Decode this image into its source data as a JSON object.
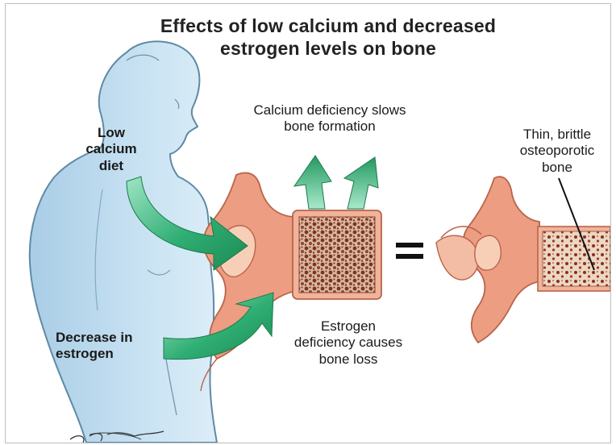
{
  "title_lines": [
    "Effects of low calcium and decreased",
    "estrogen levels on bone"
  ],
  "labels": {
    "low_calcium_diet": [
      "Low",
      "calcium",
      "diet"
    ],
    "decrease_in_estrogen": [
      "Decrease in",
      "estrogen"
    ],
    "calcium_deficiency": [
      "Calcium deficiency slows",
      "bone formation"
    ],
    "estrogen_deficiency": [
      "Estrogen",
      "deficiency causes",
      "bone loss"
    ],
    "thin_brittle": [
      "Thin, brittle",
      "osteoporotic",
      "bone"
    ],
    "equals_sign": "="
  },
  "colors": {
    "body_fill": "#bcd9ec",
    "body_outline": "#5a7e96",
    "arrow_green": "#2aa36a",
    "arrow_light": "#8fdcb8",
    "bone_outer": "#e9a287",
    "bone_inner": "#f6c8b0",
    "marrow_dense": "#6b2e22",
    "marrow_bg": "#e8cfb8"
  }
}
